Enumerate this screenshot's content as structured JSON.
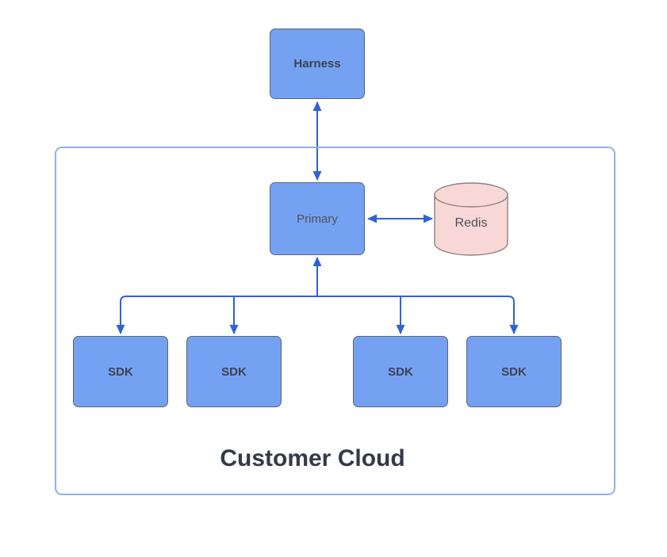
{
  "diagram": {
    "container_label": "Customer Cloud",
    "nodes": {
      "harness": "Harness",
      "primary": "Primary",
      "redis": "Redis",
      "sdk_1": "SDK",
      "sdk_2": "SDK",
      "sdk_3": "SDK",
      "sdk_4": "SDK"
    },
    "connections": [
      {
        "from": "Harness",
        "to": "Primary",
        "style": "bidirectional-arrow"
      },
      {
        "from": "Primary",
        "to": "Redis",
        "style": "bidirectional-arrow"
      },
      {
        "from": "SDK fan-out bus",
        "to": "Primary",
        "style": "arrow-up-into-primary"
      },
      {
        "from": "Primary bus",
        "to": "SDK 1",
        "style": "arrow-down"
      },
      {
        "from": "Primary bus",
        "to": "SDK 2",
        "style": "arrow-down"
      },
      {
        "from": "Primary bus",
        "to": "SDK 3",
        "style": "arrow-down"
      },
      {
        "from": "Primary bus",
        "to": "SDK 4",
        "style": "arrow-down"
      }
    ],
    "colors": {
      "node_fill": "#74a1f2",
      "node_stroke": "#5b6570",
      "arrow": "#2f62d8",
      "boundary_stroke": "#8fb1f2",
      "cylinder_fill": "#f8d8d6",
      "cylinder_stroke": "#8f7f7f",
      "node_label_bold": "#3d4450",
      "node_label_regular": "#4d5257",
      "title_color": "#333b48"
    }
  }
}
